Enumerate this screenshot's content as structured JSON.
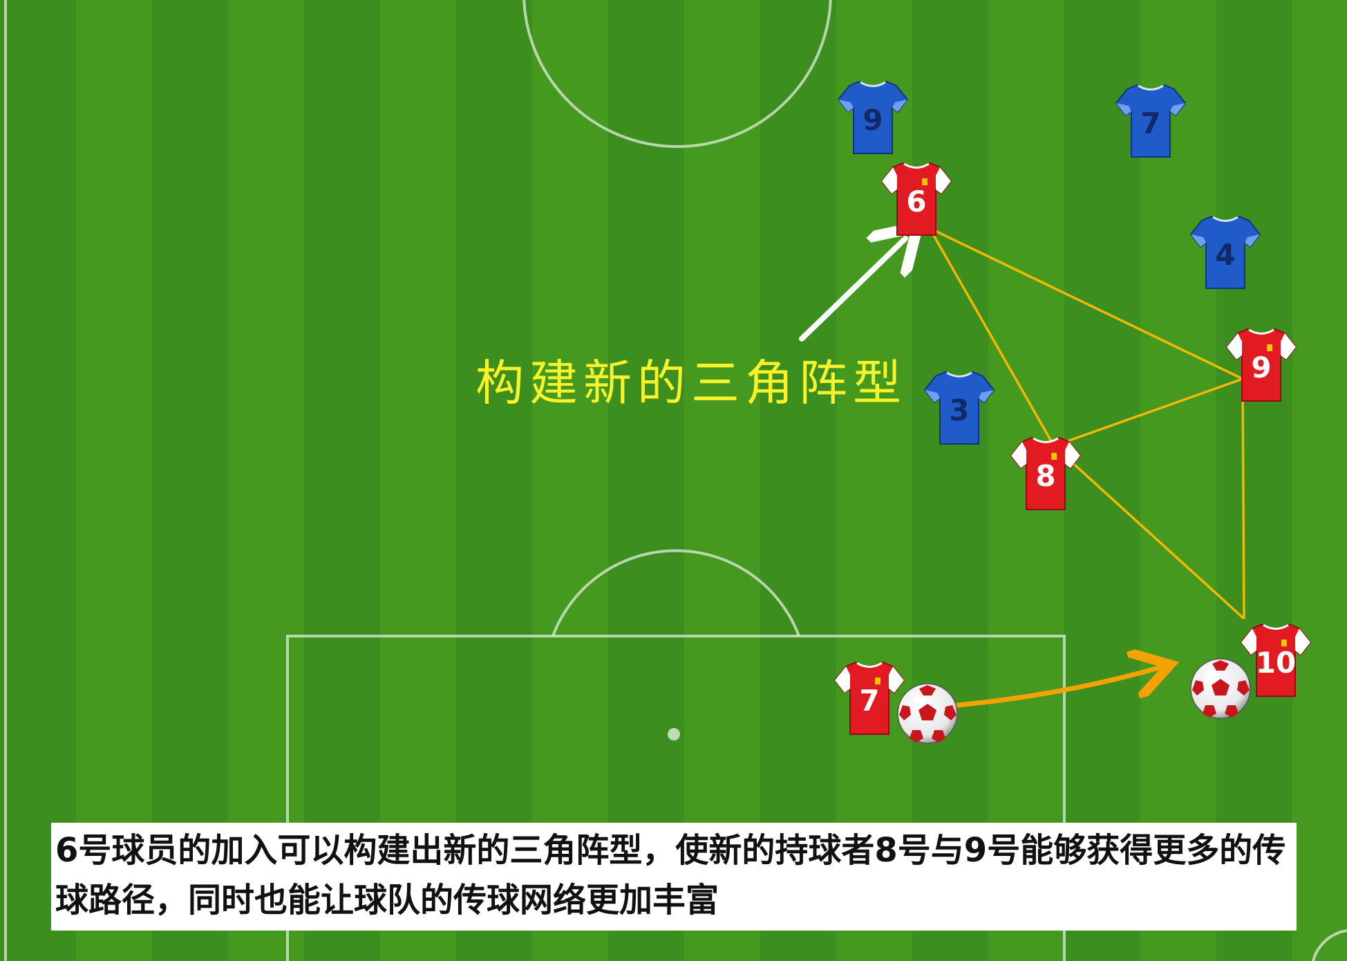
{
  "annotation": {
    "text": "构建新的三角阵型"
  },
  "caption": {
    "text": "6号球员的加入可以构建出新的三角阵型，使新的持球者8号与9号能够获得更多的传球路径，同时也能让球队的传球网络更加丰富"
  },
  "players": {
    "red": [
      {
        "number": "6"
      },
      {
        "number": "9"
      },
      {
        "number": "8"
      },
      {
        "number": "10"
      },
      {
        "number": "7"
      }
    ],
    "blue": [
      {
        "number": "9"
      },
      {
        "number": "7"
      },
      {
        "number": "4"
      },
      {
        "number": "3"
      }
    ]
  },
  "colors": {
    "red_team": "#e21b23",
    "blue_team": "#1f5bc9",
    "pass_lines": "#f5b800",
    "annotation_text": "#f7f22a",
    "pitch": "#43951f"
  }
}
